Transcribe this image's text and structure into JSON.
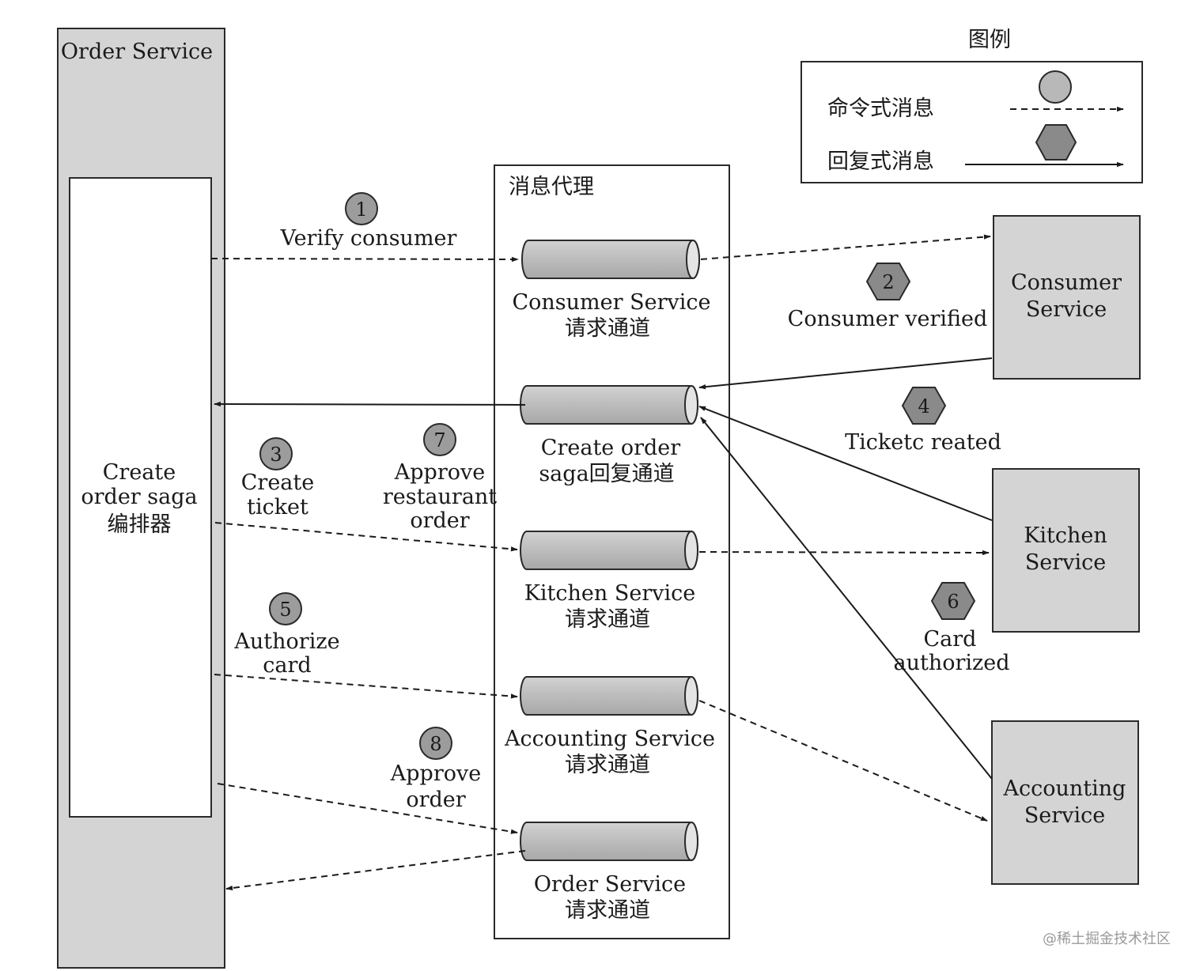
{
  "order_service": {
    "title": "Order Service"
  },
  "orchestrator": {
    "lines": [
      "Create",
      "order saga",
      "编排器"
    ]
  },
  "broker": {
    "title": "消息代理"
  },
  "legend": {
    "title": "图例",
    "command_label": "命令式消息",
    "reply_label": "回复式消息"
  },
  "channels": [
    {
      "id": "consumer",
      "lines": [
        "Consumer Service",
        "请求通道"
      ]
    },
    {
      "id": "reply",
      "lines": [
        "Create order",
        "saga回复通道"
      ]
    },
    {
      "id": "kitchen",
      "lines": [
        "Kitchen Service",
        "请求通道"
      ]
    },
    {
      "id": "accounting",
      "lines": [
        "Accounting Service",
        "请求通道"
      ]
    },
    {
      "id": "order",
      "lines": [
        "Order Service",
        "请求通道"
      ]
    }
  ],
  "services": [
    {
      "id": "consumer",
      "lines": [
        "Consumer",
        "Service"
      ]
    },
    {
      "id": "kitchen",
      "lines": [
        "Kitchen",
        "Service"
      ]
    },
    {
      "id": "accounting",
      "lines": [
        "Accounting",
        "Service"
      ]
    }
  ],
  "steps": [
    {
      "num": "1",
      "kind": "command",
      "lines": [
        "Verify consumer"
      ]
    },
    {
      "num": "2",
      "kind": "reply",
      "lines": [
        "Consumer verified"
      ]
    },
    {
      "num": "3",
      "kind": "command",
      "lines": [
        "Create",
        "ticket"
      ]
    },
    {
      "num": "4",
      "kind": "reply",
      "lines": [
        "Ticketc reated"
      ]
    },
    {
      "num": "5",
      "kind": "command",
      "lines": [
        "Authorize",
        "card"
      ]
    },
    {
      "num": "6",
      "kind": "reply",
      "lines": [
        "Card",
        "authorized"
      ]
    },
    {
      "num": "7",
      "kind": "command",
      "lines": [
        "Approve",
        "restaurant",
        "order"
      ]
    },
    {
      "num": "8",
      "kind": "command",
      "lines": [
        "Approve",
        "order"
      ]
    }
  ],
  "watermark": "@稀土掘金技术社区"
}
